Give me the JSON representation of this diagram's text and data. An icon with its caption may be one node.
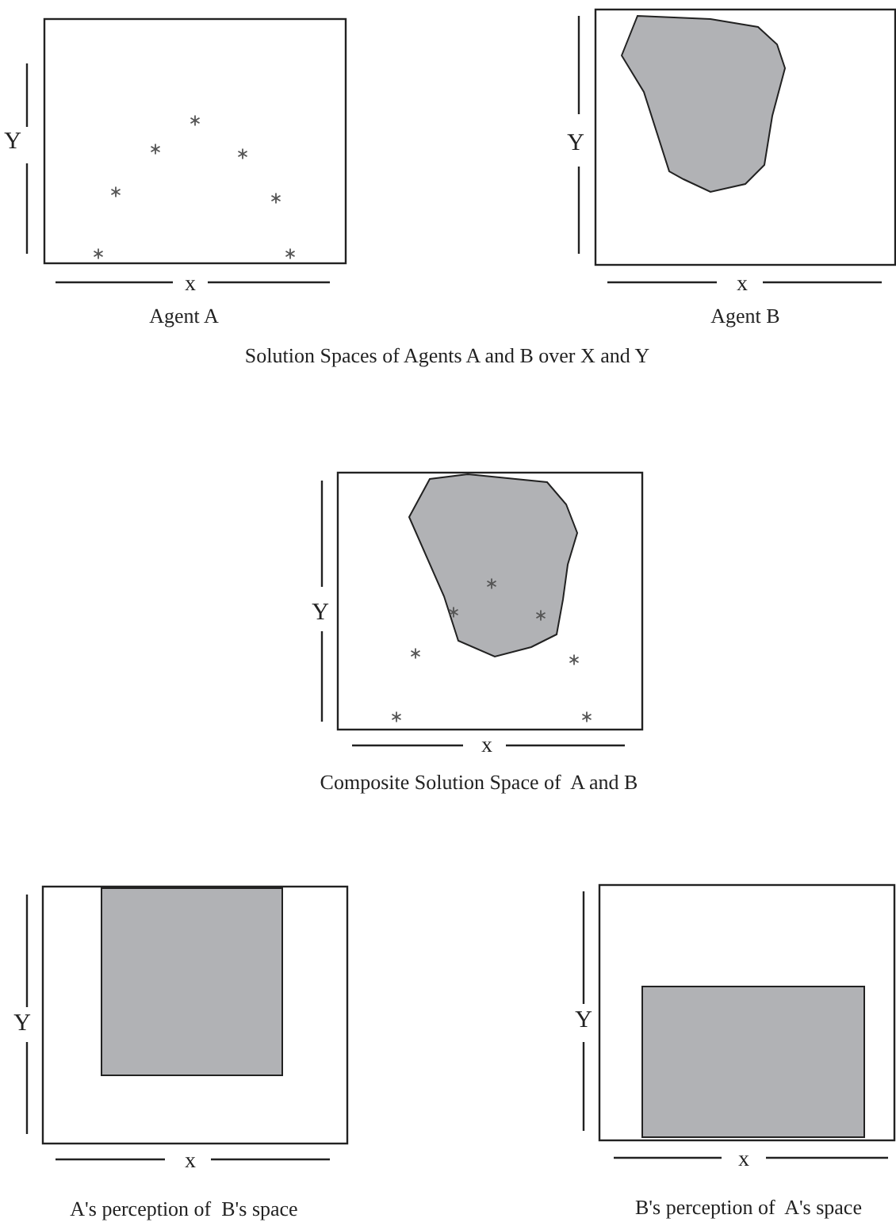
{
  "diagram": {
    "labels": [
      "Y",
      "x",
      "Agent A",
      "Y",
      "x",
      "Agent B",
      "Solution Spaces of Agents A and B over X and Y",
      "Y",
      "x",
      "Composite Solution Space of  A and B",
      "Y",
      "x",
      "A's perception of  B's space",
      "Y",
      "x",
      "B's perception of  A's space"
    ]
  }
}
